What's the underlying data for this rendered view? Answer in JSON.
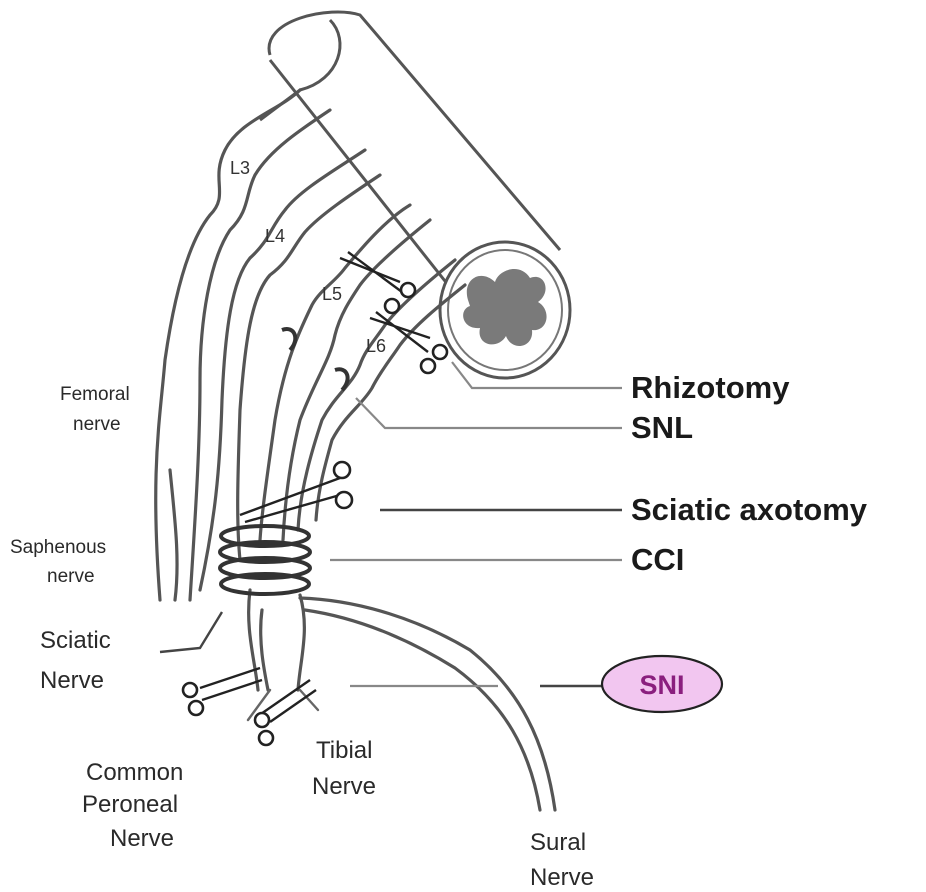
{
  "diagram": {
    "root_labels": {
      "l3": "L3",
      "l4": "L4",
      "l5": "L5",
      "l6": "L6"
    },
    "nerve_labels": {
      "femoral_line1": "Femoral",
      "femoral_line2": "nerve",
      "saphenous_line1": "Saphenous",
      "saphenous_line2": "nerve",
      "sciatic_line1": "Sciatic",
      "sciatic_line2": "Nerve",
      "peroneal_line1": "Common",
      "peroneal_line2": "Peroneal",
      "peroneal_line3": "Nerve",
      "tibial_line1": "Tibial",
      "tibial_line2": "Nerve",
      "sural_line1": "Sural",
      "sural_line2": "Nerve"
    },
    "procedure_labels": {
      "rhizotomy": "Rhizotomy",
      "snl": "SNL",
      "sciatic_axotomy": "Sciatic axotomy",
      "cci": "CCI",
      "sni": "SNI"
    },
    "colors": {
      "nerve_stroke": "#555555",
      "spinal_gray_matter": "#7a7a7a",
      "sni_fill": "#f2c6f0",
      "sni_text": "#8a1f7e",
      "label_text": "#1a1a1a"
    }
  }
}
